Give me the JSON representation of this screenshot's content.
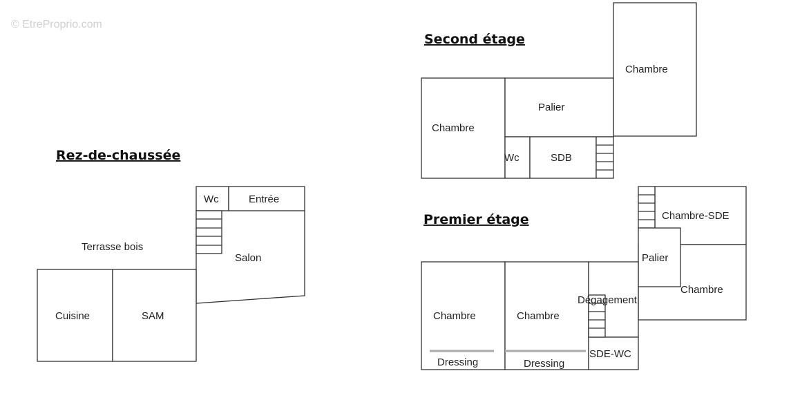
{
  "watermark": "© EtreProprio.com",
  "floors": {
    "ground": {
      "title": "Rez-de-chaussée",
      "terrace": "Terrasse bois",
      "rooms": {
        "wc": "Wc",
        "entree": "Entrée",
        "salon": "Salon",
        "cuisine": "Cuisine",
        "sam": "SAM"
      }
    },
    "second": {
      "title": "Second étage",
      "rooms": {
        "chambre_top": "Chambre",
        "chambre_left": "Chambre",
        "palier": "Palier",
        "wc": "Wc",
        "sdb": "SDB"
      }
    },
    "first": {
      "title": "Premier étage",
      "rooms": {
        "chambre_sde": "Chambre-SDE",
        "palier": "Palier",
        "chambre_right": "Chambre",
        "degagement": "Dégagement",
        "chambre_1": "Chambre",
        "chambre_2": "Chambre",
        "dressing_1": "Dressing",
        "dressing_2": "Dressing",
        "sde_wc": "SDE-WC"
      }
    }
  }
}
